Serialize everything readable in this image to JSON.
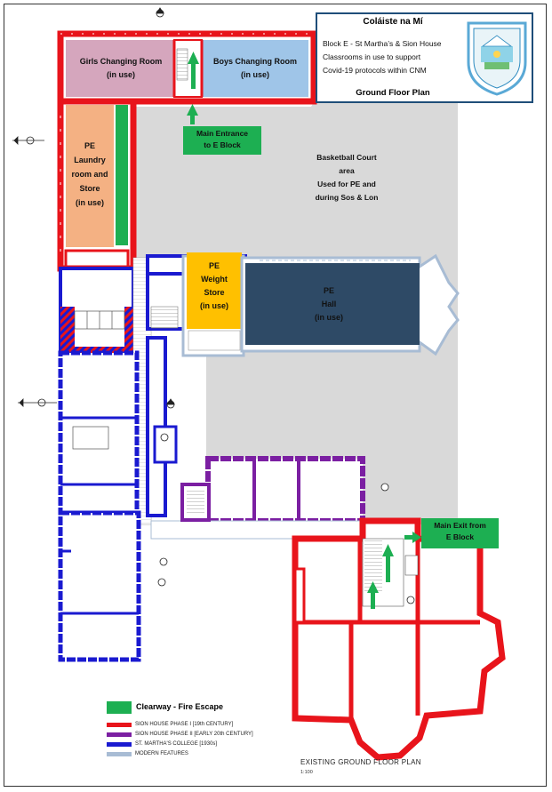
{
  "header": {
    "school_name": "Coláiste na Mí",
    "line1": "Block E - St Martha’s & Sion House",
    "line2": "Classrooms in use to support",
    "line3": "Covid-19 protocols within CNM",
    "plan_name": "Ground Floor Plan",
    "crest_icon": "school-crest-icon"
  },
  "rooms": {
    "girls_changing": {
      "name": "Girls Changing Room",
      "status": "(in use)",
      "color": "#d5a6bd"
    },
    "boys_changing": {
      "name": "Boys Changing Room",
      "status": "(in use)",
      "color": "#9fc5e8"
    },
    "laundry": {
      "l1": "PE",
      "l2": "Laundry",
      "l3": "room and",
      "l4": "Store",
      "l5": "(in use)",
      "color": "#f4b183"
    },
    "weight_store": {
      "l1": "PE",
      "l2": "Weight",
      "l3": "Store",
      "l4": "(in use)",
      "color": "#ffc000"
    },
    "pe_hall": {
      "l1": "PE",
      "l2": "Hall",
      "l3": "(in use)",
      "color": "#2e4a66"
    }
  },
  "court": {
    "l1": "Basketball Court",
    "l2": "area",
    "l3": "Used for PE and",
    "l4": "during Sos & Lon"
  },
  "callouts": {
    "main_entrance": {
      "l1": "Main Entrance",
      "l2": "to E Block"
    },
    "main_exit": {
      "l1": "Main Exit from",
      "l2": "E Block"
    }
  },
  "legend": {
    "clearway": "Clearway - Fire Escape",
    "items": [
      {
        "label": "SION HOUSE PHASE I [19th CENTURY]",
        "color": "#e8141b"
      },
      {
        "label": "SION HOUSE PHASE II [EARLY 20th CENTURY]",
        "color": "#7b1fa2"
      },
      {
        "label": "ST. MARTHA'S COLLEGE [1930s]",
        "color": "#1a1ad0"
      },
      {
        "label": "MODERN FEATURES",
        "color": "#a8bcd4"
      }
    ]
  },
  "footer": {
    "title": "EXISTING GROUND FLOOR PLAN",
    "scale": "1:100"
  },
  "colors": {
    "phase1": "#e8141b",
    "phase2": "#7b1fa2",
    "martha": "#1a1ad0",
    "modern": "#a8bcd4",
    "court": "#d9d9d9",
    "clearway": "#1daf52"
  }
}
